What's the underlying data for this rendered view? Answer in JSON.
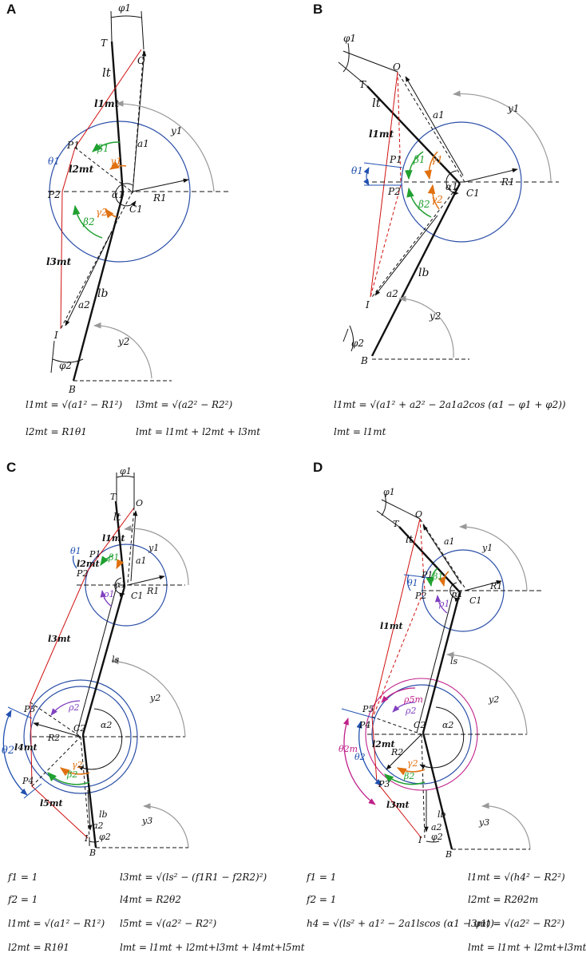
{
  "panels": {
    "A": {
      "letter": "A",
      "labels": {
        "phi1": "φ1",
        "T": "T",
        "O": "O",
        "lt": "lt",
        "l1mt": "l1mt",
        "y1": "y1",
        "a1": "a1",
        "P1": "P1",
        "beta1": "β1",
        "gamma1": "γ1",
        "theta1": "θ1",
        "l2mt": "l2mt",
        "P2": "P2",
        "alpha1": "α1",
        "R1": "R1",
        "C1": "C1",
        "gamma2": "γ2",
        "beta2": "β2",
        "l3mt": "l3mt",
        "a2": "a2",
        "lb": "lb",
        "I": "I",
        "y2": "y2",
        "phi2": "φ2",
        "B": "B"
      },
      "equations": [
        "l1mt = √(a1² − R1²)",
        "l3mt = √(a2² − R2²)",
        "l2mt = R1θ1",
        "lmt = l1mt + l2mt + l3mt"
      ]
    },
    "B": {
      "letter": "B",
      "labels": {
        "phi1": "φ1",
        "O": "O",
        "T": "T",
        "lt": "lt",
        "a1": "a1",
        "y1": "y1",
        "l1mt": "l1mt",
        "P1": "P1",
        "beta1": "β1",
        "gamma1": "γ1",
        "theta1": "θ1",
        "P2": "P2",
        "alpha1": "α1",
        "R1": "R1",
        "C1": "C1",
        "gamma2": "γ2",
        "beta2": "β2",
        "lb": "lb",
        "a2": "a2",
        "I": "I",
        "y2": "y2",
        "phi2": "φ2",
        "B": "B"
      },
      "equations": [
        "l1mt = √(a1² + a2² − 2a1a2cos (α1 − φ1 + φ2))",
        "lmt = l1mt"
      ]
    },
    "C": {
      "letter": "C",
      "labels": {
        "phi1": "φ1",
        "T": "T",
        "O": "O",
        "lt": "lt",
        "l1mt": "l1mt",
        "y1": "y1",
        "theta1": "θ1",
        "P1": "P1",
        "beta1": "β1",
        "a1": "a1",
        "l2mt": "l2mt",
        "P2": "P2",
        "rho1": "ρ1",
        "alpha1": "α1",
        "R1": "R1",
        "C1": "C1",
        "l3mt": "l3mt",
        "ls": "ls",
        "y2": "y2",
        "P3": "P3",
        "rho2": "ρ2",
        "C2": "C2",
        "R2": "R2",
        "alpha2": "α2",
        "theta2": "θ2",
        "l4mt": "l4mt",
        "gamma2": "γ2",
        "beta2": "β2",
        "P4": "P4",
        "l5mt": "l5mt",
        "lb": "lb",
        "a2": "a2",
        "I": "I",
        "y3": "y3",
        "phi2": "φ2",
        "B": "B"
      },
      "equations": [
        "f1 = 1",
        "l3mt = √(ls² − (f1R1 − f2R2)²)",
        "f2 = 1",
        "l4mt = R2θ2",
        "l1mt = √(a1² − R1²)",
        "l5mt = √(a2² − R2²)",
        "l2mt = R1θ1",
        "lmt = l1mt + l2mt+l3mt + l4mt+l5mt"
      ]
    },
    "D": {
      "letter": "D",
      "labels": {
        "phi1": "φ1",
        "O": "O",
        "T": "T",
        "lt": "lt",
        "a1": "a1",
        "y1": "y1",
        "theta1": "θ1",
        "P1": "P1",
        "beta1": "β1",
        "P2": "P2",
        "rho1": "ρ1",
        "alpha1": "α1",
        "R1": "R1",
        "C1": "C1",
        "l1mt": "l1mt",
        "ls": "ls",
        "y2": "y2",
        "P5": "P5",
        "rho5m": "ρ5m",
        "P4": "P4",
        "rho2": "ρ2",
        "C2": "C2",
        "alpha2": "α2",
        "theta2m": "θ2m",
        "theta2": "θ2",
        "l2mt": "l2mt",
        "R2": "R2",
        "P3": "P3",
        "gamma2": "γ2",
        "beta2": "β2",
        "l3mt": "l3mt",
        "lb": "lb",
        "a2": "a2",
        "I": "I",
        "y3": "y3",
        "phi2": "φ2",
        "B": "B"
      },
      "equations": [
        "f1 = 1",
        "l1mt = √(h4² − R2²)",
        "f2 = 1",
        "l2mt = R2θ2m",
        "h4 = √(ls² + a1² − 2a1lscos (α1 − φ1))",
        "l3mt = √(a2² − R2²)",
        "lmt = l1mt + l2mt+l3mt"
      ]
    }
  },
  "colors": {
    "circle": "#2b4fa8",
    "muscle": "#d01010",
    "beta": "#20a030",
    "gamma": "#e07010",
    "rho": "#8040c0",
    "theta": "#2050b0",
    "ref": "#999999",
    "magenta": "#c0208a"
  }
}
